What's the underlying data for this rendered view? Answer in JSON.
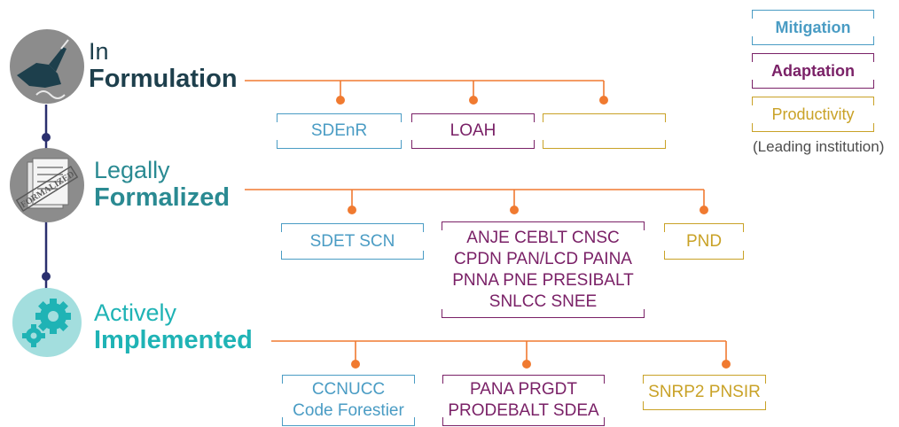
{
  "legend": {
    "mitigation": "Mitigation",
    "adaptation": "Adaptation",
    "productivity": "Productivity",
    "note": "(Leading institution)"
  },
  "colors": {
    "mitigation": "#4a9cc4",
    "adaptation": "#7a2167",
    "productivity": "#c9a227",
    "connector": "#f07a30",
    "timeline": "#2a2f6e"
  },
  "stages": [
    {
      "line1": "In",
      "line2": "Formulation",
      "color": "#1d3f4c",
      "icon": "hand-signing-icon",
      "boxes": {
        "mitigation": "SDEnR",
        "adaptation": "LOAH",
        "productivity": ""
      }
    },
    {
      "line1": "Legally",
      "line2": "Formalized",
      "color": "#2a8a92",
      "icon": "stamped-document-icon",
      "stamp_text": "FORMALIZED",
      "boxes": {
        "mitigation": "SDET  SCN",
        "adaptation": "ANJE  CEBLT  CNSC\nCPDN  PAN/LCD  PAINA\nPNNA  PNE  PRESIBALT\nSNLCC  SNEE",
        "productivity": "PND"
      }
    },
    {
      "line1": "Actively",
      "line2": "Implemented",
      "color": "#1fb3b5",
      "icon": "gears-icon",
      "boxes": {
        "mitigation": "CCNUCC\nCode Forestier",
        "adaptation": "PANA  PRGDT\nPRODEBALT  SDEA",
        "productivity": "SNRP2  PNSIR"
      }
    }
  ]
}
